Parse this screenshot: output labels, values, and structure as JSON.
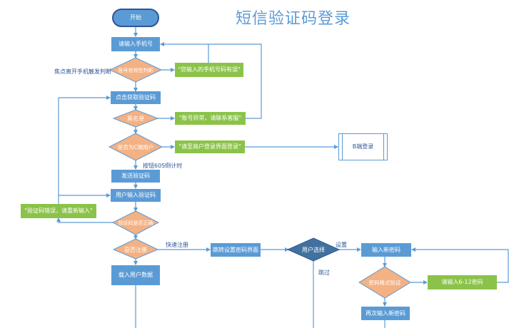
{
  "title": "短信验证码登录",
  "nodes": {
    "start": "开始",
    "enter_phone": "请输入手机号",
    "phone_check": "账号有效性判断",
    "phone_error": "\"您输入的手机号码有误\"",
    "get_code": "点击获取验证码",
    "blacklist": "黑名单",
    "account_error": "\"账号异常，请联系客服\"",
    "is_c_user": "是否为C端用户",
    "merchant_login_tip": "\"请至商户登录界面登录\"",
    "b_login": "B端登录",
    "send_code": "发送验证码",
    "user_enter_code": "用户输入验证码",
    "code_error": "\"验证码错误，请重新输入\"",
    "code_check": "验证码是否正确",
    "is_registered": "是否注册",
    "load_data": "载入用户数据",
    "jump_set_pwd": "跳转设置密码界面",
    "user_choice": "用户选择",
    "enter_new_pwd": "输入新密码",
    "pwd_format": "密码格式验证",
    "pwd_hint": "请输入6-12密码",
    "reenter_pwd": "再次输入新密码"
  },
  "labels": {
    "blur_trigger": "焦点离开手机触发判断",
    "countdown": "按钮60S倒计时",
    "quick_register": "快速注册",
    "set": "设置",
    "skip": "跳过"
  },
  "colors": {
    "blue": "#5b9bd5",
    "green": "#8bc34a",
    "orange": "#f4b183",
    "title": "#5b9bd5"
  }
}
